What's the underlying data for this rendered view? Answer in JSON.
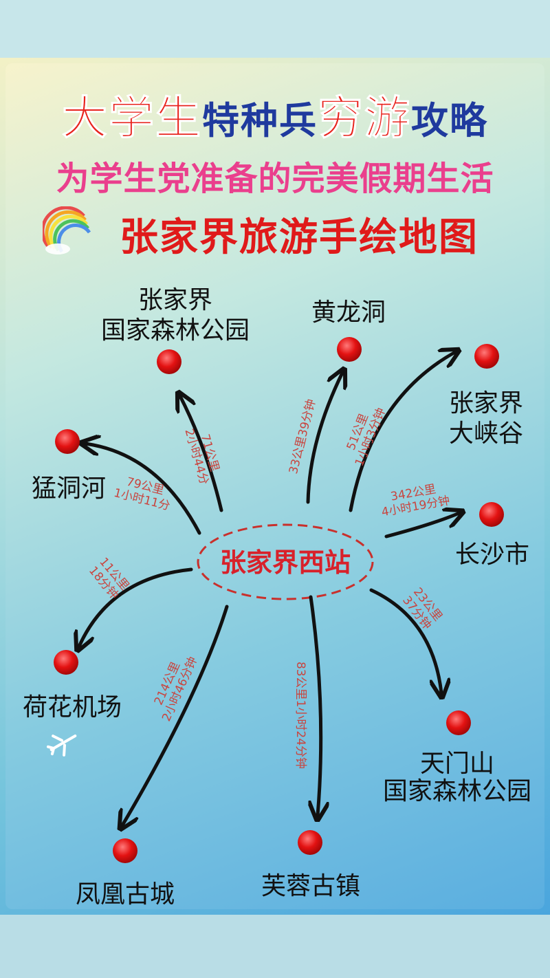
{
  "title": {
    "part1": "大学生",
    "part2": "特种兵",
    "part3": "穷游",
    "part4": "攻略"
  },
  "subtitle": "为学生党准备的完美假期生活",
  "map_title": "张家界旅游手绘地图",
  "hub": "张家界西站",
  "colors": {
    "red": "#e8231d",
    "blue": "#1f3a9e",
    "pink": "#ea3f8d",
    "route": "#c9453f"
  },
  "routes": [
    {
      "id": "forest",
      "name": [
        "张家界",
        "国家森林公园"
      ],
      "dist": "71公里",
      "time": "2小时44分"
    },
    {
      "id": "huanglong",
      "name": [
        "黄龙洞"
      ],
      "dist": "33公里39分钟",
      "time": ""
    },
    {
      "id": "canyon",
      "name": [
        "张家界",
        "大峡谷"
      ],
      "dist": "51公里",
      "time": "1小时3分钟"
    },
    {
      "id": "mengdong",
      "name": [
        "猛洞河"
      ],
      "dist": "79公里",
      "time": "1小时11分"
    },
    {
      "id": "changsha",
      "name": [
        "长沙市"
      ],
      "dist": "342公里",
      "time": "4小时19分钟"
    },
    {
      "id": "airport",
      "name": [
        "荷花机场"
      ],
      "dist": "11公里",
      "time": "18分钟"
    },
    {
      "id": "tianmen",
      "name": [
        "天门山",
        "国家森林公园"
      ],
      "dist": "23公里",
      "time": "37分钟"
    },
    {
      "id": "fenghuang",
      "name": [
        "凤凰古城"
      ],
      "dist": "214公里",
      "time": "2小时46分钟"
    },
    {
      "id": "furong",
      "name": [
        "芙蓉古镇"
      ],
      "dist": "83公里1小时24分钟",
      "time": ""
    }
  ]
}
